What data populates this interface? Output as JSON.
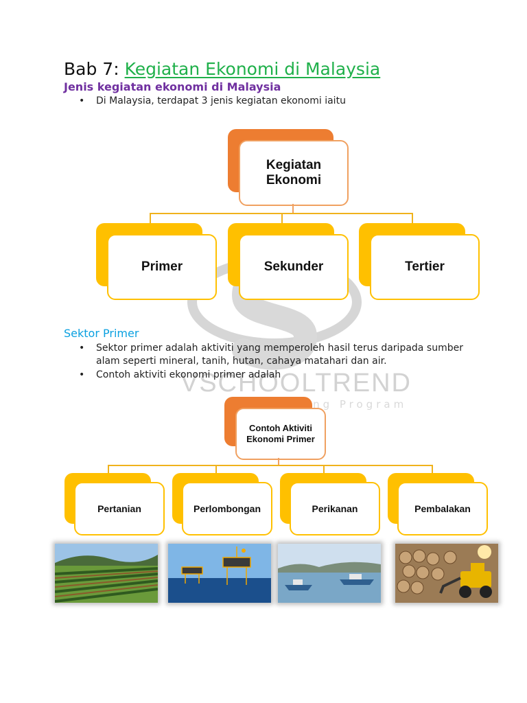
{
  "heading": {
    "bab": "Bab 7:",
    "topic": "Kegiatan Ekonomi di Malaysia"
  },
  "subheading": "Jenis kegiatan ekonomi di Malaysia",
  "intro_bullet": "Di Malaysia, terdapat 3 jenis kegiatan ekonomi iaitu",
  "chart1": {
    "root": "Kegiatan Ekonomi",
    "children": [
      "Primer",
      "Sekunder",
      "Tertier"
    ]
  },
  "section": {
    "title": "Sektor Primer",
    "bullets": [
      "Sektor primer adalah aktiviti yang memperoleh hasil terus daripada sumber alam seperti mineral, tanih, hutan, cahaya matahari dan air.",
      "Contoh aktiviti ekonomi primer adalah"
    ]
  },
  "chart2": {
    "root": "Contoh Aktiviti Ekonomi Primer",
    "children": [
      "Pertanian",
      "Perlombongan",
      "Perikanan",
      "Pembalakan"
    ]
  },
  "watermark": {
    "brand": "VSCHOOLTREND",
    "tagline": "Learning Program",
    "registered": "®"
  },
  "colors": {
    "orange": "#ed7d31",
    "yellow": "#ffc000",
    "green": "#1fb04a",
    "purple": "#7030a0",
    "blue": "#0aa0e0"
  },
  "photos": [
    "farm-photo",
    "oil-rig-photo",
    "fishing-boats-photo",
    "logging-photo"
  ]
}
